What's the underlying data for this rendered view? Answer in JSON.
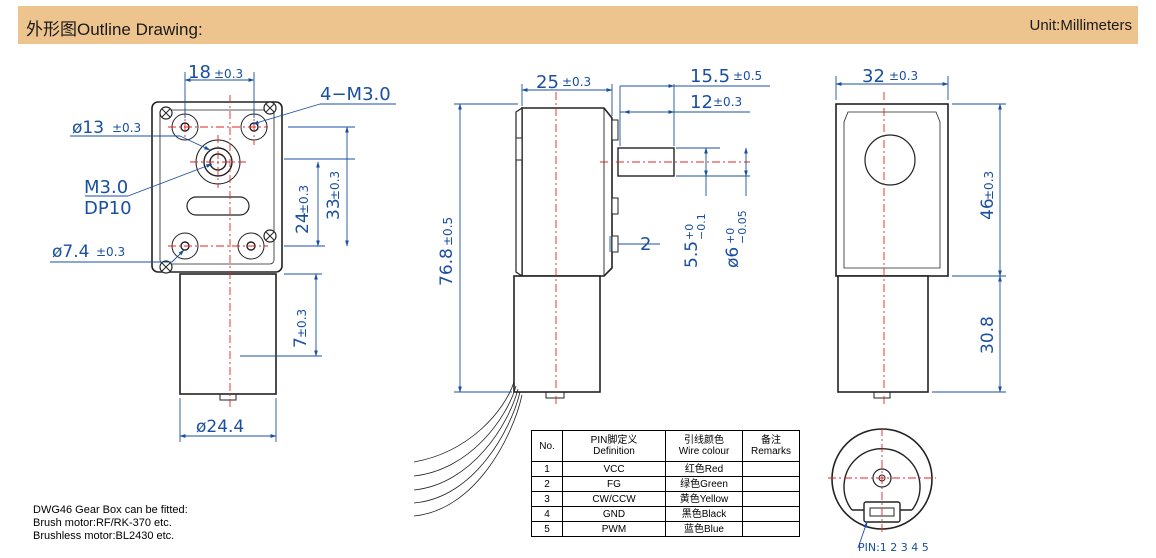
{
  "header": {
    "title": "外形图Outline Drawing:",
    "unit": "Unit:Millimeters"
  },
  "front_view": {
    "width_dim": "18",
    "width_tol": "±0.3",
    "hole_callout": "4−M3.0",
    "boss_dia": "ø13",
    "boss_tol": "±0.3",
    "shaft_thread_1": "M3.0",
    "shaft_thread_2": "DP10",
    "pilot_dia": "ø7.4",
    "pilot_tol": "±0.3",
    "height_24": "24",
    "height_24_tol": "±0.3",
    "height_33": "33",
    "height_33_tol": "±0.3",
    "offset_7": "7",
    "offset_7_tol": "±0.3",
    "motor_dia": "ø24.4"
  },
  "side_view": {
    "depth_dim": "25",
    "depth_tol": "±0.3",
    "shaft_len": "15.5",
    "shaft_len_tol": "±0.5",
    "shaft_flat": "12",
    "shaft_flat_tol": "±0.3",
    "total_height": "76.8",
    "total_height_tol": "±0.5",
    "step_dim": "2",
    "flat_dim": "5.5",
    "flat_tol_up": "+0",
    "flat_tol_dn": "−0.1",
    "shaft_dia": "ø6",
    "shaft_dia_tol_up": "+0",
    "shaft_dia_tol_dn": "−0.05"
  },
  "rear_view": {
    "width_dim": "32",
    "width_tol": "±0.3",
    "height_46": "46",
    "height_46_tol": "±0.3",
    "motor_len": "30.8"
  },
  "notes": [
    "DWG46 Gear Box can be fitted:",
    "Brush motor:RF/RK-370 etc.",
    "Brushless motor:BL2430 etc."
  ],
  "pin_table": {
    "headers": {
      "no": "No.",
      "def_cn": "PIN脚定义",
      "def_en": "Definition",
      "wire_cn": "引线颜色",
      "wire_en": "Wire colour",
      "remark_cn": "备注",
      "remark_en": "Remarks"
    },
    "rows": [
      {
        "no": "1",
        "definition": "VCC",
        "wire": "红色Red",
        "remarks": ""
      },
      {
        "no": "2",
        "definition": "FG",
        "wire": "绿色Green",
        "remarks": ""
      },
      {
        "no": "3",
        "definition": "CW/CCW",
        "wire": "黄色Yellow",
        "remarks": ""
      },
      {
        "no": "4",
        "definition": "GND",
        "wire": "黑色Black",
        "remarks": ""
      },
      {
        "no": "5",
        "definition": "PWM",
        "wire": "蓝色Blue",
        "remarks": ""
      }
    ]
  },
  "connector_label": "PIN:1  2  3  4  5",
  "colors": {
    "dimension": "#1a4fa0",
    "centerline": "#e0262a",
    "outline": "#222222",
    "header_bg": "#eec48e"
  }
}
